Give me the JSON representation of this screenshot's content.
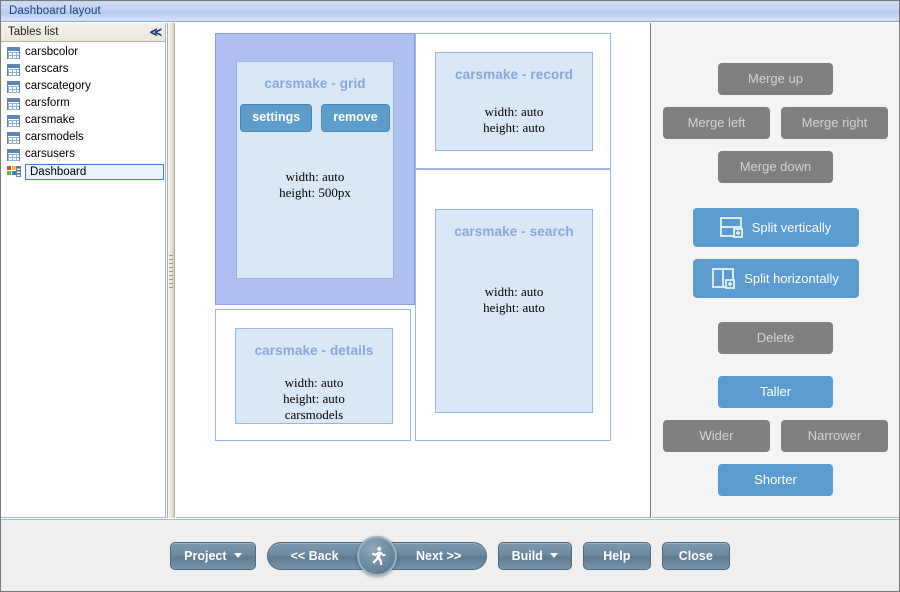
{
  "window": {
    "title": "Dashboard layout"
  },
  "sidebar": {
    "header_label": "Tables list",
    "collapse_icon": "double-chevron-left",
    "items": [
      {
        "label": "carsbcolor",
        "icon": "table-icon",
        "selected": false
      },
      {
        "label": "carscars",
        "icon": "table-icon",
        "selected": false
      },
      {
        "label": "carscategory",
        "icon": "table-icon",
        "selected": false
      },
      {
        "label": "carsform",
        "icon": "table-icon",
        "selected": false
      },
      {
        "label": "carsmake",
        "icon": "table-icon",
        "selected": false
      },
      {
        "label": "carsmodels",
        "icon": "table-icon",
        "selected": false
      },
      {
        "label": "carsusers",
        "icon": "table-icon",
        "selected": false
      },
      {
        "label": "Dashboard",
        "icon": "dashboard-icon",
        "selected": true
      }
    ]
  },
  "layout": {
    "cells": [
      {
        "id": "grid",
        "title": "carsmake - grid",
        "selected": true,
        "meta": [
          "width: auto",
          "height: 500px"
        ],
        "buttons": [
          {
            "label": "settings"
          },
          {
            "label": "remove"
          }
        ]
      },
      {
        "id": "record",
        "title": "carsmake - record",
        "selected": false,
        "meta": [
          "width: auto",
          "height: auto"
        ],
        "buttons": []
      },
      {
        "id": "search",
        "title": "carsmake - search",
        "selected": false,
        "meta": [
          "width: auto",
          "height: auto"
        ],
        "buttons": []
      },
      {
        "id": "details",
        "title": "carsmake - details",
        "selected": false,
        "meta": [
          "width: auto",
          "height: auto",
          "carsmodels"
        ],
        "buttons": []
      }
    ]
  },
  "actions": {
    "merge_up": "Merge up",
    "merge_left": "Merge left",
    "merge_right": "Merge right",
    "merge_down": "Merge down",
    "split_vertically": "Split vertically",
    "split_horizontally": "Split horizontally",
    "delete": "Delete",
    "taller": "Taller",
    "wider": "Wider",
    "narrower": "Narrower",
    "shorter": "Shorter"
  },
  "toolbar": {
    "project": "Project",
    "back": "<< Back",
    "next": "Next >>",
    "build": "Build",
    "help": "Help",
    "close": "Close",
    "run_icon": "running-person-icon"
  },
  "colors": {
    "accent_blue": "#5b9bd0",
    "disabled_grey": "#808080",
    "panel_fill": "#d9e8f7",
    "selected_cell": "#aebff0",
    "panel_title": "#89a7dd",
    "titlebar_text": "#1b3f87"
  }
}
